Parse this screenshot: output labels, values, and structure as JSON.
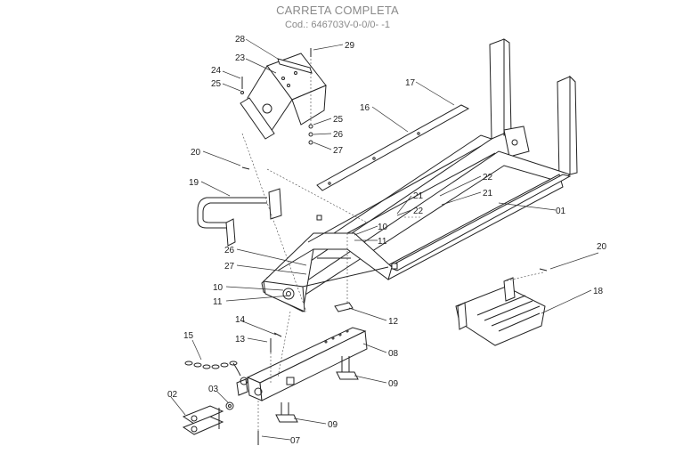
{
  "header": {
    "title": "CARRETA COMPLETA",
    "code": "Cod.: 646703V-0-0/0- -1"
  },
  "callouts": {
    "c01": "01",
    "c02": "02",
    "c03": "03",
    "c07": "07",
    "c08": "08",
    "c09a": "09",
    "c09b": "09",
    "c10a": "10",
    "c10b": "10",
    "c11a": "11",
    "c11b": "11",
    "c12": "12",
    "c13": "13",
    "c14": "14",
    "c15": "15",
    "c16": "16",
    "c17": "17",
    "c18": "18",
    "c19": "19",
    "c20a": "20",
    "c20b": "20",
    "c21a": "21",
    "c21b": "21",
    "c22a": "22",
    "c22b": "22",
    "c23": "23",
    "c24": "24",
    "c25a": "25",
    "c25b": "25",
    "c26a": "26",
    "c26b": "26",
    "c27a": "27",
    "c27b": "27",
    "c28": "28",
    "c29": "29"
  }
}
